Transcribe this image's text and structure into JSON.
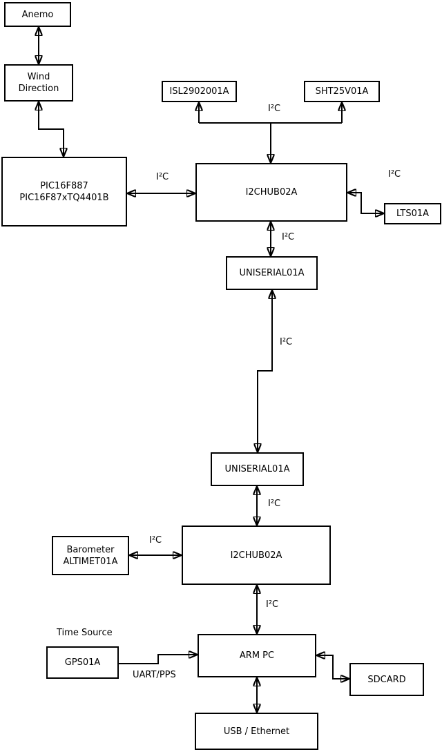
{
  "diagram": {
    "background": "#ffffff",
    "line_color": "#000000",
    "box_fill": "#ffffff",
    "nodes": {
      "anemometer": {
        "lines": [
          "Anemo"
        ]
      },
      "wind_direction": {
        "lines": [
          "Wind",
          "Direction"
        ]
      },
      "pic_controller": {
        "lines": [
          "PIC16F887",
          "PIC16F87xTQ4401B"
        ]
      },
      "isl2902001a": {
        "lines": [
          "ISL2902001A"
        ]
      },
      "sht25v01a": {
        "lines": [
          "SHT25V01A"
        ]
      },
      "i2c_hub_upper": {
        "lines": [
          "I2CHUB02A"
        ]
      },
      "lts01a": {
        "lines": [
          "LTS01A"
        ]
      },
      "uniserial_upper": {
        "lines": [
          "UNISERIAL01A"
        ]
      },
      "uniserial_lower": {
        "lines": [
          "UNISERIAL01A"
        ]
      },
      "i2c_hub_lower": {
        "lines": [
          "I2CHUB02A"
        ]
      },
      "barometer": {
        "lines": [
          "Barometer",
          "ALTIMET01A"
        ]
      },
      "arm_pc": {
        "lines": [
          "ARM PC"
        ]
      },
      "gps": {
        "lines": [
          "GPS01A"
        ]
      },
      "sdcard": {
        "lines": [
          "SDCARD"
        ]
      },
      "usb_ethernet": {
        "lines": [
          "USB / Ethernet"
        ]
      }
    },
    "labels": {
      "time_source": "Time Source",
      "uart_pps": "UART/PPS",
      "i2c": "I²C"
    },
    "edges": [
      {
        "from": "anemometer",
        "to": "wind_direction",
        "direction": "both",
        "label": ""
      },
      {
        "from": "wind_direction",
        "to": "pic_controller",
        "direction": "both",
        "label": ""
      },
      {
        "from": "pic_controller",
        "to": "i2c_hub_upper",
        "direction": "both",
        "label": "I²C"
      },
      {
        "from": "i2c_hub_upper",
        "to": "isl2902001a",
        "direction": "both",
        "label": "I²C"
      },
      {
        "from": "i2c_hub_upper",
        "to": "sht25v01a",
        "direction": "both",
        "label": "I²C"
      },
      {
        "from": "i2c_hub_upper",
        "to": "lts01a",
        "direction": "both",
        "label": "I²C"
      },
      {
        "from": "i2c_hub_upper",
        "to": "uniserial_upper",
        "direction": "both",
        "label": "I²C"
      },
      {
        "from": "uniserial_upper",
        "to": "uniserial_lower",
        "direction": "both",
        "label": "I²C"
      },
      {
        "from": "uniserial_lower",
        "to": "i2c_hub_lower",
        "direction": "both",
        "label": "I²C"
      },
      {
        "from": "barometer",
        "to": "i2c_hub_lower",
        "direction": "both",
        "label": "I²C"
      },
      {
        "from": "i2c_hub_lower",
        "to": "arm_pc",
        "direction": "both",
        "label": "I²C"
      },
      {
        "from": "gps",
        "to": "arm_pc",
        "direction": "forward",
        "label": "UART/PPS"
      },
      {
        "from": "arm_pc",
        "to": "sdcard",
        "direction": "both",
        "label": ""
      },
      {
        "from": "arm_pc",
        "to": "usb_ethernet",
        "direction": "both",
        "label": ""
      }
    ]
  }
}
